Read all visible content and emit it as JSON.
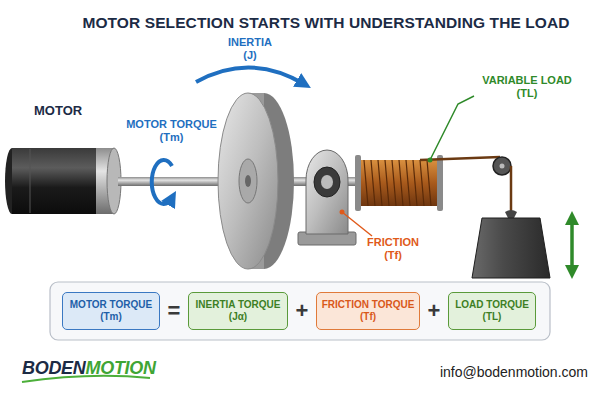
{
  "diagram": {
    "title": "MOTOR SELECTION STARTS WITH UNDERSTANDING THE LOAD",
    "nodes": [
      {
        "text": [
          "MOTOR TORQUE (Tm)"
        ]
      },
      {
        "text": [
          "INERTIA TORQUE (Jα)"
        ]
      },
      {
        "text": [
          "FRICTION TORQUE (Tf)"
        ]
      },
      {
        "text": [
          "LOAD TORQUE (TL)"
        ]
      }
    ],
    "labels": [
      "MOTOR",
      "INERTIA (J)",
      "MOTOR TORQUE (Tm)",
      "VARIABLE LOAD (TL)",
      "FRICTION (Tf)",
      "=",
      "+",
      "+",
      "BODEN",
      "MOTION",
      "info@bodenmotion.com"
    ]
  }
}
